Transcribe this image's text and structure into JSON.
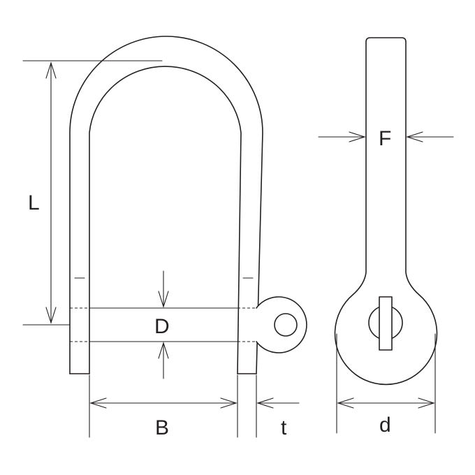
{
  "diagram": {
    "labels": {
      "L": "L",
      "D": "D",
      "B": "B",
      "t": "t",
      "F": "F",
      "d": "d"
    },
    "colors": {
      "line": "#231f20",
      "background": "#ffffff"
    }
  }
}
